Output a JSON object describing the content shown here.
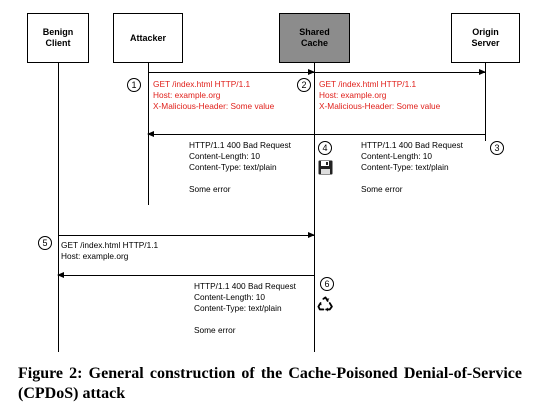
{
  "nodes": {
    "benign_client": "Benign\nClient",
    "attacker": "Attacker",
    "shared_cache": "Shared\nCache",
    "origin_server": "Origin\nServer"
  },
  "steps": [
    "1",
    "2",
    "3",
    "4",
    "5",
    "6"
  ],
  "messages": {
    "m1": "GET /index.html HTTP/1.1\nHost: example.org\nX-Malicious-Header: Some value",
    "m2": "GET /index.html HTTP/1.1\nHost: example.org\nX-Malicious-Header: Some value",
    "m3": "HTTP/1.1 400 Bad Request\nContent-Length: 10\nContent-Type: text/plain\n\nSome error",
    "m4": "HTTP/1.1 400 Bad Request\nContent-Length: 10\nContent-Type: text/plain\n\nSome error",
    "m5": "GET /index.html HTTP/1.1\nHost: example.org",
    "m6": "HTTP/1.1 400 Bad Request\nContent-Length: 10\nContent-Type: text/plain\n\nSome error"
  },
  "icons": {
    "store": "floppy-disk-icon",
    "reuse": "recycle-icon"
  },
  "colors": {
    "malicious": "#e0201b",
    "cache_fill": "#8c8c8c"
  },
  "caption": "Figure 2: General construction of the Cache-Poisoned Denial-of-Service (CPDoS) attack"
}
